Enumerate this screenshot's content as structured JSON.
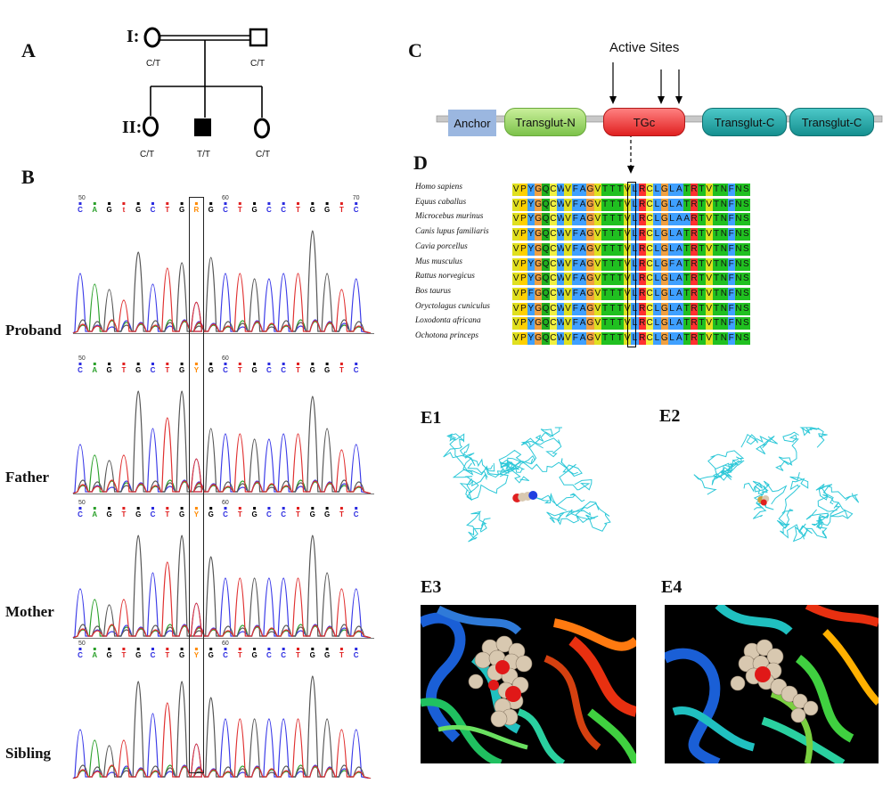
{
  "panels": {
    "A": "A",
    "B": "B",
    "C": "C",
    "D": "D",
    "E1": "E1",
    "E2": "E2",
    "E3": "E3",
    "E4": "E4"
  },
  "pedigree": {
    "gen1": "I:",
    "gen2": "II:",
    "members": {
      "grandmother": "C/T",
      "grandfather": "C/T",
      "sibling1": "C/T",
      "proband": "T/T",
      "sibling2": "C/T"
    }
  },
  "traces": [
    {
      "name": "Proband",
      "bases": [
        "C",
        "A",
        "G",
        "t",
        "G",
        "C",
        "T",
        "G",
        "R",
        "G",
        "C",
        "T",
        "G",
        "C",
        "C",
        "T",
        "G",
        "G",
        "T",
        "C"
      ],
      "pos_start": "50",
      "pos_mid": "60",
      "pos_end": "70"
    },
    {
      "name": "Father",
      "bases": [
        "C",
        "A",
        "G",
        "T",
        "G",
        "C",
        "T",
        "G",
        "Y",
        "G",
        "C",
        "T",
        "G",
        "C",
        "C",
        "T",
        "G",
        "G",
        "T",
        "C"
      ],
      "pos_start": "50",
      "pos_mid": "60",
      "pos_end": ""
    },
    {
      "name": "Mother",
      "bases": [
        "C",
        "A",
        "G",
        "T",
        "G",
        "C",
        "T",
        "G",
        "Y",
        "G",
        "C",
        "T",
        "G",
        "C",
        "C",
        "T",
        "G",
        "G",
        "T",
        "C"
      ],
      "pos_start": "50",
      "pos_mid": "60",
      "pos_end": ""
    },
    {
      "name": "Sibling",
      "bases": [
        "C",
        "A",
        "G",
        "T",
        "G",
        "C",
        "T",
        "G",
        "Y",
        "G",
        "C",
        "T",
        "G",
        "C",
        "C",
        "T",
        "G",
        "G",
        "T",
        "C"
      ],
      "pos_start": "50",
      "pos_mid": "60",
      "pos_end": ""
    }
  ],
  "domain_map": {
    "active_sites_label": "Active Sites",
    "domains": [
      "Anchor",
      "Transglut-N",
      "TGc",
      "Transglut-C",
      "Transglut-C"
    ],
    "colors": {
      "anchor": "#9bb7e0",
      "transglut_n": "#9bd36a",
      "tgc": "#ee3b3b",
      "transglut_c": "#1fa8a8"
    }
  },
  "alignment": {
    "species": [
      "Homo sapiens",
      "Equus caballus",
      "Microcebus murinus",
      "Canis lupus familiaris",
      "Cavia porcellus",
      "Mus musculus",
      "Rattus norvegicus",
      "Bos taurus",
      "Oryctolagus cuniculus",
      "Loxodonta africana",
      "Ochotona princeps"
    ],
    "sequences": [
      "VPYGQCWVFAGVTTTVLRCLGLATRTVTNFNS",
      "VPYGQCWVFAGVTTTVLRCLGLATRTVTNFNS",
      "VPYGQCWVFAGVTTTVLRCLGLAARTVTNFNS",
      "VPYGQCWVFAGVTTTVLRCLGLATRTVTNFNS",
      "VPYGQCWVFAGVTTTVLRCLGLATRTVTNFNS",
      "VPYGQCWVFAGVTTTVLRCLGFATRTVTNFNS",
      "VPYGQCWVFAGVTTTVLRCLGLATRTVTNFNS",
      "VPFGQCWVFAGVTTTVLRCLGLATRTVTNFNS",
      "VPYGQCWVFAGVTTTVLRCLGLATRTVTNFNS",
      "VPYGQCWVFAGVTTTVLRCLGLATRTVTNFNS",
      "VPYGQCWVFAGVTTTVLRCLGLATRTVTNFNS"
    ]
  }
}
